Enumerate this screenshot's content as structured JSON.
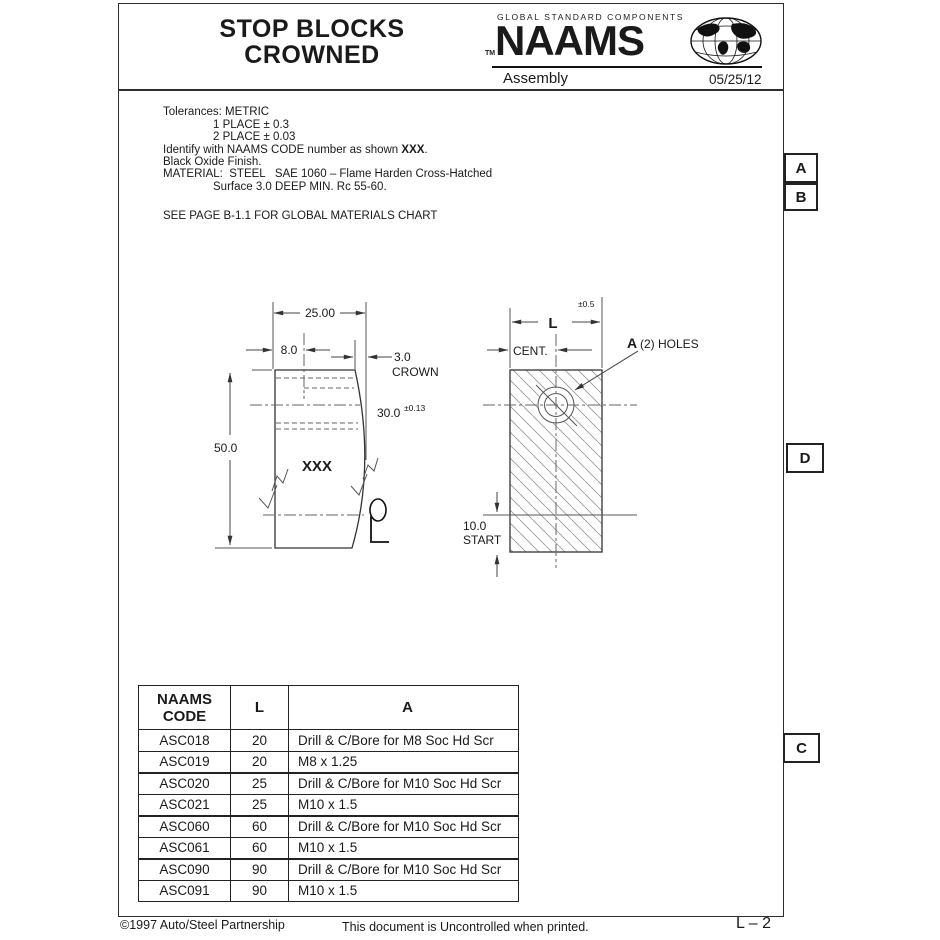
{
  "header": {
    "title_line1": "STOP BLOCKS",
    "title_line2": "CROWNED",
    "brand_small": "GLOBAL STANDARD COMPONENTS",
    "brand": "NAAMS",
    "tm": "TM",
    "subtitle": "Assembly",
    "date": "05/25/12"
  },
  "zones": {
    "a": "A",
    "b": "B",
    "d": "D",
    "c": "C"
  },
  "notes": {
    "tolerances": "Tolerances: METRIC",
    "place1": "1 PLACE ± 0.3",
    "place2": "2 PLACE ± 0.03",
    "identify_prefix": "Identify with NAAMS CODE number as shown ",
    "identify_bold": "XXX",
    "identify_suffix": ".",
    "finish": "Black Oxide Finish.",
    "material": "MATERIAL:  STEEL   SAE 1060 – Flame Harden Cross-Hatched",
    "material2": "Surface 3.0 DEEP MIN. Rc 55-60.",
    "see_page": "SEE PAGE B-1.1 FOR GLOBAL MATERIALS CHART"
  },
  "drawing": {
    "dim_width": "25.00",
    "dim_offset": "8.0",
    "crown_value": "3.0",
    "crown_label": "CROWN",
    "bore_value": "30.0",
    "bore_tol": "±0.13",
    "dim_height": "50.0",
    "part_label": "XXX",
    "length_label": "L",
    "length_tol": "±0.5",
    "cent_label": "CENT.",
    "holes_bold": "A",
    "holes_rest": " (2) HOLES",
    "start_value": "10.0",
    "start_label": "START"
  },
  "table": {
    "headers": {
      "code": "NAAMS CODE",
      "l": "L",
      "a": "A"
    },
    "rows": [
      {
        "code": "ASC018",
        "l": "20",
        "a": "Drill & C/Bore for M8 Soc Hd Scr"
      },
      {
        "code": "ASC019",
        "l": "20",
        "a": "M8 x 1.25"
      },
      {
        "code": "ASC020",
        "l": "25",
        "a": "Drill & C/Bore for M10 Soc Hd Scr"
      },
      {
        "code": "ASC021",
        "l": "25",
        "a": "M10 x 1.5"
      },
      {
        "code": "ASC060",
        "l": "60",
        "a": "Drill & C/Bore for M10 Soc Hd Scr"
      },
      {
        "code": "ASC061",
        "l": "60",
        "a": "M10 x 1.5"
      },
      {
        "code": "ASC090",
        "l": "90",
        "a": "Drill & C/Bore for M10 Soc Hd Scr"
      },
      {
        "code": "ASC091",
        "l": "90",
        "a": "M10 x 1.5"
      }
    ]
  },
  "footer": {
    "copyright": "©1997 Auto/Steel Partnership",
    "notice": "This document is Uncontrolled when printed.",
    "page": "L – 2"
  },
  "colors": {
    "ink": "#1a1a1a",
    "frame": "#2e2e2e",
    "hatch": "#9a9a9a"
  }
}
